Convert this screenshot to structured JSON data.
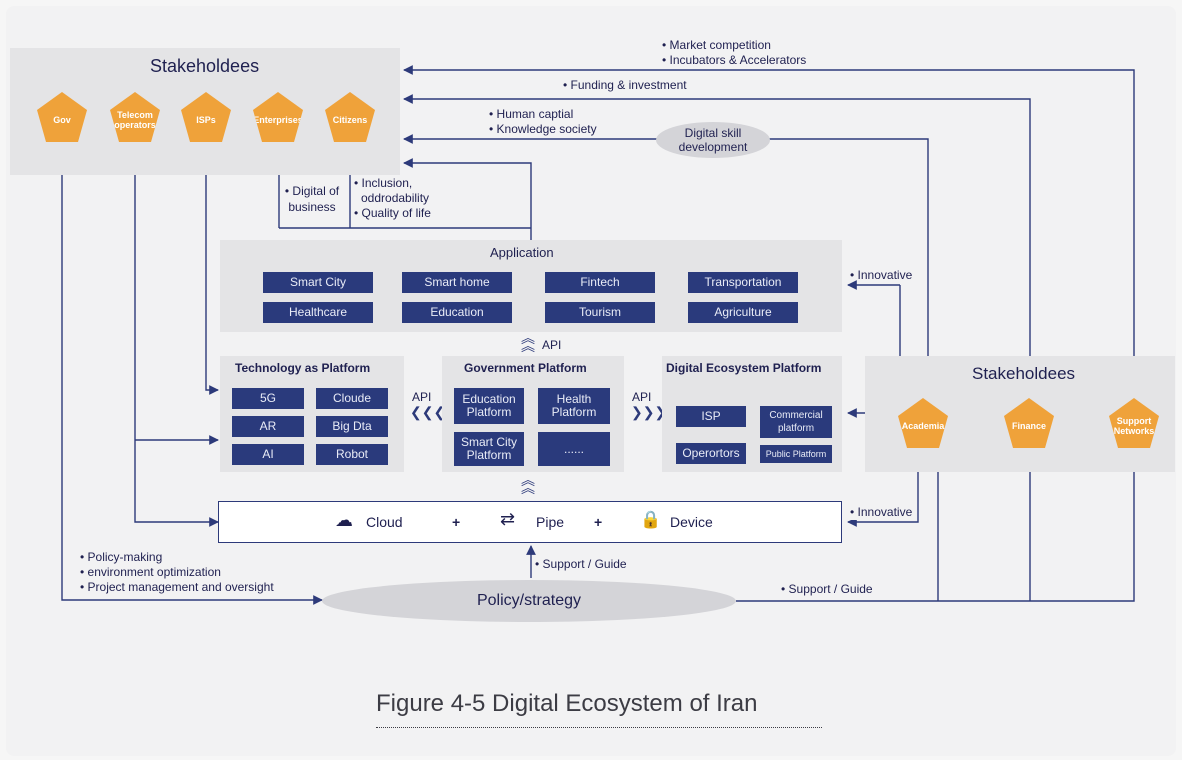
{
  "colors": {
    "line": "#2d3a7a",
    "node": "#efa23a",
    "box": "#2a3a7c",
    "panel": "#e4e4e6"
  },
  "stakeholders_top": {
    "title": "Stakeholdees",
    "nodes": [
      "Gov",
      "Telecom operators",
      "ISPs",
      "Enterprises",
      "Citizens"
    ]
  },
  "stakeholders_right": {
    "title": "Stakeholdees",
    "nodes": [
      "Academia",
      "Finance",
      "Support Networks"
    ]
  },
  "flows": {
    "market": [
      "Market competition",
      "Incubators & Accelerators"
    ],
    "funding": "Funding & investment",
    "human": [
      "Human captial",
      "Knowledge society"
    ],
    "skill": "Digital skill development",
    "digital_business": "Digital of business",
    "inclusion": [
      "Inclusion,",
      "oddrodability",
      "Quality of life"
    ],
    "innovative_app": "Innovative",
    "innovative_pipe": "Innovative",
    "support_center": "Support / Guide",
    "support_right": "Support / Guide",
    "policy_notes": [
      "Policy-making",
      "environment optimization",
      "Project management and oversight"
    ]
  },
  "application": {
    "title": "Application",
    "row1": [
      "Smart City",
      "Smart home",
      "Fintech",
      "Transportation"
    ],
    "row2": [
      "Healthcare",
      "Education",
      "Tourism",
      "Agriculture"
    ]
  },
  "api_top": "API",
  "api_left": "API",
  "api_right": "API",
  "tech_platform": {
    "title": "Technology as Platform",
    "items": [
      "5G",
      "Cloude",
      "AR",
      "Big Dta",
      "AI",
      "Robot"
    ]
  },
  "gov_platform": {
    "title": "Government Platform",
    "items": [
      "Education Platform",
      "Health Platform",
      "Smart City Platform",
      "......"
    ]
  },
  "eco_platform": {
    "title": "Digital Ecosystem Platform",
    "items": [
      "ISP",
      "Commercial platform",
      "Operortors",
      "Public Platform"
    ]
  },
  "infrastructure": {
    "cloud": "Cloud",
    "plus1": "+",
    "pipe": "Pipe",
    "plus2": "+",
    "device": "Device"
  },
  "policy": "Policy/strategy",
  "caption": "Figure 4-5 Digital Ecosystem of Iran"
}
